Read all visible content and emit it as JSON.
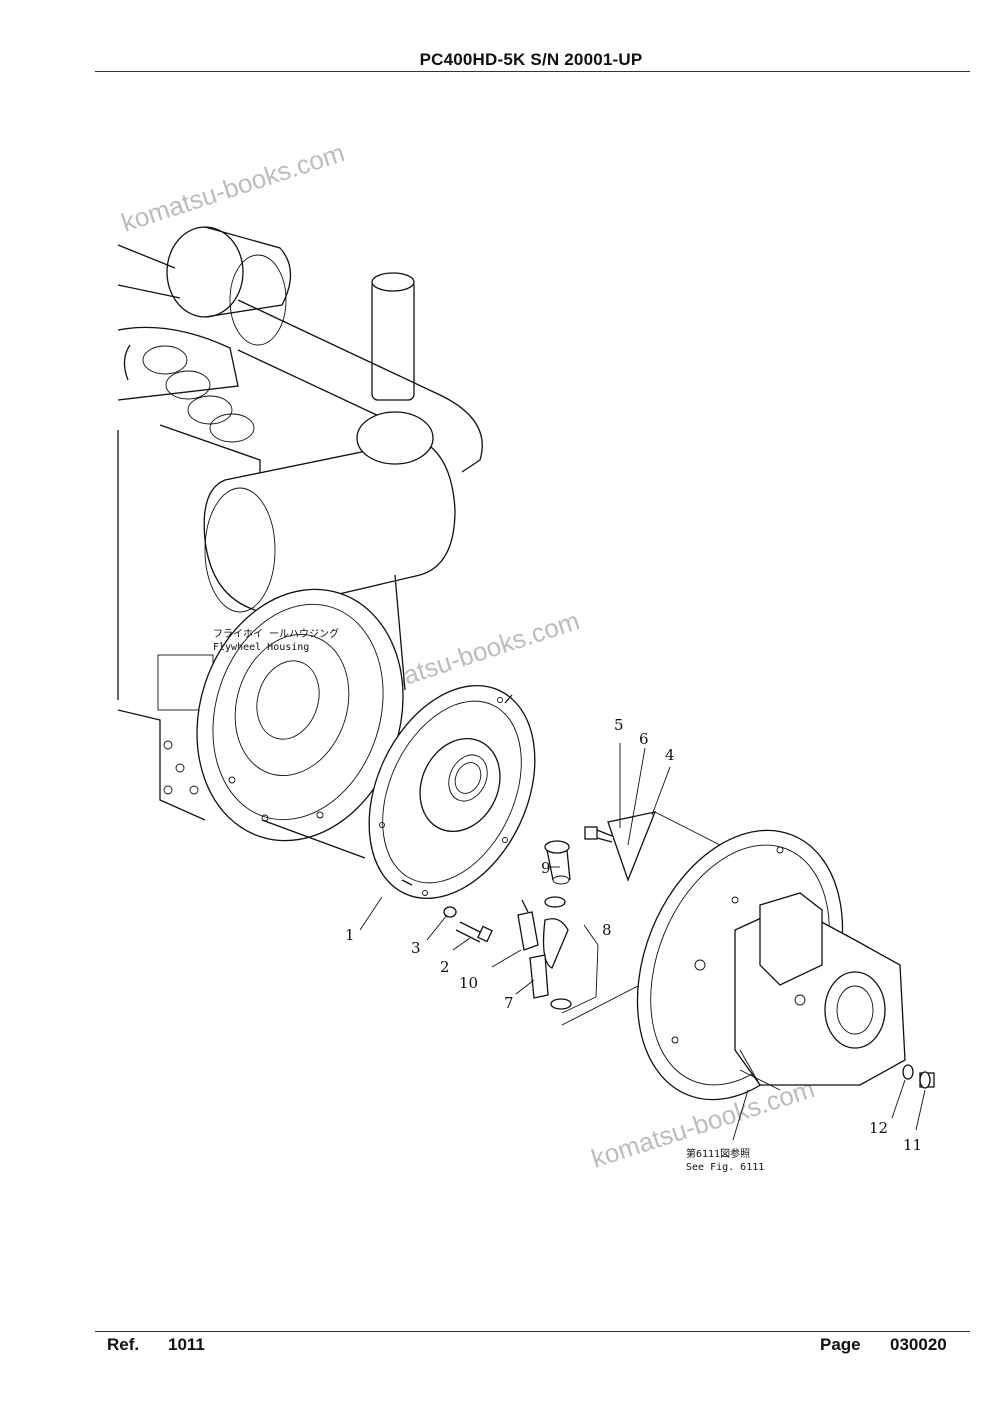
{
  "header": {
    "title": "PC400HD-5K S/N 20001-UP"
  },
  "footer": {
    "ref_label": "Ref.",
    "ref_value": "1011",
    "page_label": "Page",
    "page_value": "030020"
  },
  "watermarks": [
    "komatsu-books.com",
    "komatsu-books.com",
    "komatsu-books.com"
  ],
  "notes": {
    "flywheel_jp": "フライホイ ールハウジング",
    "flywheel_en": "Flywheel  Housing",
    "see_fig_jp": "第6111図参照",
    "see_fig_en": "See  Fig. 6111"
  },
  "callouts": [
    "1",
    "2",
    "3",
    "4",
    "5",
    "6",
    "7",
    "8",
    "9",
    "10",
    "11",
    "12"
  ]
}
